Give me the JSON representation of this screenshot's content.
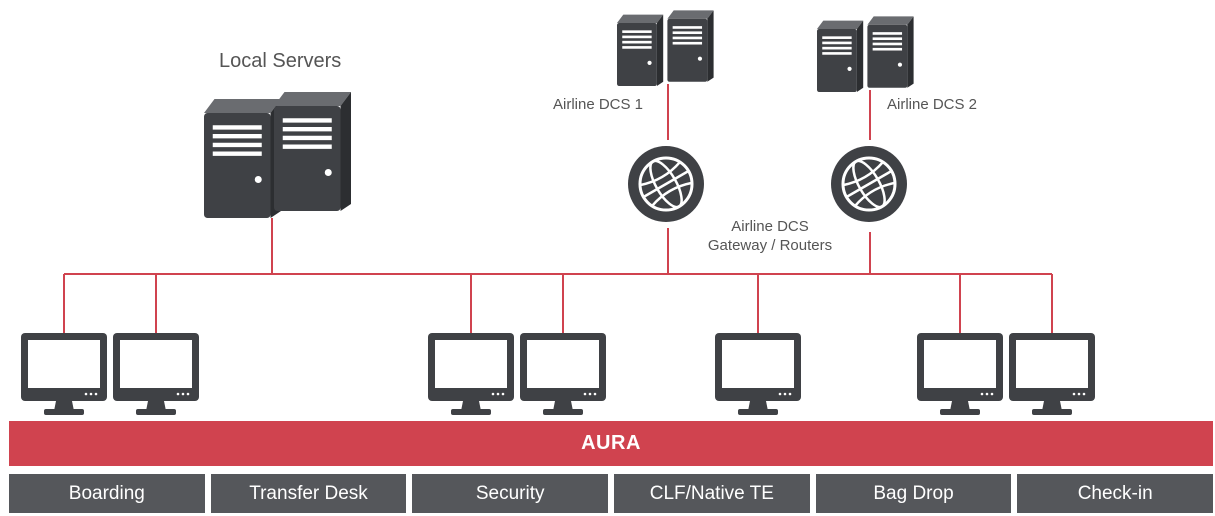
{
  "labels": {
    "local_servers": "Local Servers",
    "dcs1": "Airline DCS 1",
    "dcs2": "Airline DCS 2",
    "gateway_line1": "Airline DCS",
    "gateway_line2": "Gateway / Routers"
  },
  "aura": "AURA",
  "tabs": [
    {
      "label": "Boarding"
    },
    {
      "label": "Transfer Desk"
    },
    {
      "label": "Security"
    },
    {
      "label": "CLF/Native TE"
    },
    {
      "label": "Bag Drop"
    },
    {
      "label": "Check-in"
    }
  ],
  "icons": {
    "server": "server-icon",
    "globe": "globe-icon",
    "monitor": "monitor-icon"
  },
  "colors": {
    "line": "#d0434f",
    "device": "#3f4145",
    "aura_bar": "#d0434f",
    "tab_bg": "#55575b",
    "tab_text": "#ffffff",
    "label_text": "#555555"
  }
}
